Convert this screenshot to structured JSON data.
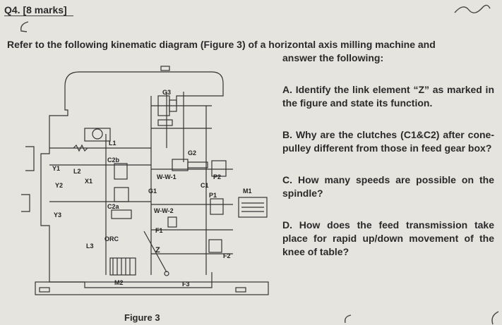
{
  "question": {
    "title": "Q4. [8 marks]",
    "intro_line1": "Refer to the following kinematic diagram (Figure 3) of a horizontal axis milling machine and",
    "intro_line2": "answer the following:"
  },
  "items": [
    {
      "text": "A.  Identify the link element “Z” as marked in the figure and state its function."
    },
    {
      "text": "B.  Why are the clutches (C1&C2) after cone-pulley different from those in feed gear box?"
    },
    {
      "text": "C.  How many speeds are possible on the spindle?"
    },
    {
      "text": "D.  How does the feed transmission take place for rapid up/down movement of the knee of table?"
    }
  ],
  "figure": {
    "caption": "Figure 3",
    "labels": {
      "G3": "G3",
      "G2": "G2",
      "G1": "G1",
      "C2b": "C2b",
      "C2a": "C2a",
      "L1": "L1",
      "L2": "L2",
      "X1": "X1",
      "Y1": "Y1",
      "Y2": "Y2",
      "Y3": "Y3",
      "ORC": "ORC",
      "L3": "L3",
      "M2": "M2",
      "WW1": "W-W-1",
      "WW2": "W-W-2",
      "P2": "P2",
      "P1": "P1",
      "C1": "C1",
      "M1": "M1",
      "F1": "F1",
      "F2": "F2",
      "F3": "F3",
      "Z": "Z"
    }
  }
}
